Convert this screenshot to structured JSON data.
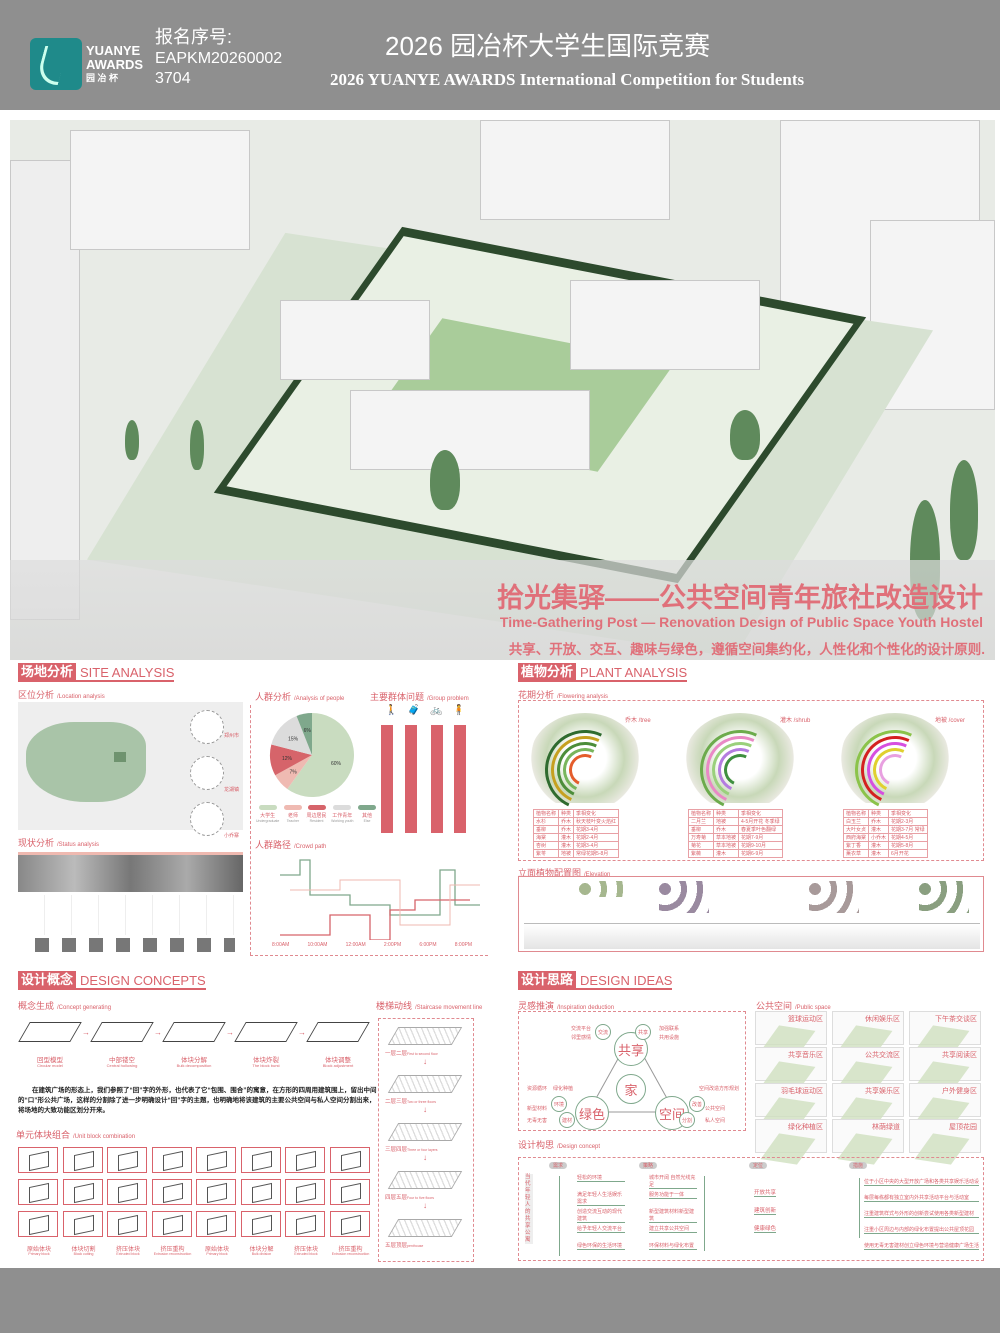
{
  "header": {
    "logo_text": [
      "YUANYE",
      "AWARDS",
      "园 冶 杯"
    ],
    "reg_label": "报名序号:",
    "reg_number": "EAPKM20260002",
    "reg_number2": "3704",
    "title_cn": "2026 园冶杯大学生国际竞赛",
    "title_en": "2026 YUANYE AWARDS International Competition for  Students"
  },
  "hero": {
    "title_cn": "拾光集驿——公共空间青年旅社改造设计",
    "title_en": "Time-Gathering Post — Renovation Design of Public Space Youth Hostel",
    "subtitle": "共享、开放、交互、趣味与绿色，遵循空间集约化，人性化和个性化的设计原则."
  },
  "site": {
    "cn": "场地分析",
    "en": "SITE ANALYSIS",
    "location": "区位分析",
    "location_en": "/Location analysis",
    "map_labels": [
      "郑州市",
      "龙湖镇",
      "小乔寨"
    ],
    "status": "现状分析",
    "status_en": "/Status analysis",
    "people": "人群分析",
    "people_en": "/Analysis of people",
    "group": "主要群体问题",
    "group_en": "/Group problem",
    "crowd": "人群路径",
    "crowd_en": "/Crowd path",
    "times": [
      "8:00AM",
      "10:00AM",
      "12:00AM",
      "2:00PM",
      "6:00PM",
      "8:00PM"
    ]
  },
  "chart_data": {
    "type": "pie",
    "title": "人群分析",
    "slices": [
      {
        "label": "大学生",
        "label_en": "Undergraduate",
        "value": 60,
        "color": "#c9dcc0"
      },
      {
        "label": "老师",
        "label_en": "Teacher",
        "value": 7,
        "color": "#efbab2"
      },
      {
        "label": "周边居民",
        "label_en": "Resident",
        "value": 12,
        "color": "#d6646a"
      },
      {
        "label": "工作青年",
        "label_en": "Working youth",
        "value": 15,
        "color": "#dcdcdc"
      },
      {
        "label": "其他",
        "label_en": "Else",
        "value": 6,
        "color": "#7fa88c"
      }
    ]
  },
  "plant": {
    "cn": "植物分析",
    "en": "PLANT ANALYSIS",
    "flower": "花期分析",
    "flower_en": "/Flowering analysis",
    "elev": "立面植物配置图",
    "elev_en": "/Elevation",
    "groups": [
      {
        "name": "乔木 /tree",
        "rows": [
          [
            "植物名称",
            "种类",
            "季相变化"
          ],
          [
            "水杉",
            "乔木",
            "秋天枝叶变火焰红"
          ],
          [
            "垂柳",
            "乔木",
            "花期3-4月"
          ],
          [
            "海棠",
            "灌木",
            "花期2-4月"
          ],
          [
            "杏树",
            "灌木",
            "花期3-4月"
          ],
          [
            "紫苓",
            "地被",
            "常绿花期5-8月"
          ]
        ]
      },
      {
        "name": "灌木 /shrub",
        "rows": [
          [
            "植物名称",
            "种类",
            "季相变化"
          ],
          [
            "二月兰",
            "地被",
            "4-5月开花 冬季绿"
          ],
          [
            "垂柳",
            "乔木",
            "春夏季叶色翻绿"
          ],
          [
            "万寿菊",
            "草本地被",
            "花期7-9月"
          ],
          [
            "菊花",
            "草本地被",
            "花期9-10月"
          ],
          [
            "紫薇",
            "灌木",
            "花期6-9月"
          ]
        ]
      },
      {
        "name": "地被 /cover",
        "rows": [
          [
            "植物名称",
            "种类",
            "季相变化"
          ],
          [
            "白玉兰",
            "乔木",
            "花期2-3月"
          ],
          [
            "大叶女贞",
            "灌木",
            "花期3-7月 常绿"
          ],
          [
            "西府海棠",
            "小乔木",
            "花期4-5月"
          ],
          [
            "紫丁香",
            "灌木",
            "花期5-8月"
          ],
          [
            "薰衣草",
            "灌木",
            "6月开花"
          ]
        ]
      }
    ]
  },
  "concepts": {
    "cn": "设计概念",
    "en": "DESIGN CONCEPTS",
    "gen": "概念生成",
    "gen_en": "/Concept generating",
    "steps": [
      [
        "回型模型",
        "Circular model"
      ],
      [
        "中部镂空",
        "Central hollowing"
      ],
      [
        "体块分解",
        "Bulk decomposition"
      ],
      [
        "体块炸裂",
        "The block burst"
      ],
      [
        "体块调整",
        "Block adjustment"
      ]
    ],
    "paragraph": "在建筑广场的形态上，我们参照了“回”字的外形，也代表了它“包围、围合”的寓意，在方形的四周用建筑围上，留出中间的“口”形公共广场，这样的分割除了进一步明确设计“回”字的主题，也明确地将该建筑的主要公共空间与私人空间分割出来，将场地的大致功能区划分开来。",
    "unit": "单元体块组合",
    "unit_en": "/Unit block combination",
    "unit_labels": [
      [
        "原始体块",
        "Primary block"
      ],
      [
        "体块切割",
        "Block cutting"
      ],
      [
        "挤压体块",
        "Extruded block"
      ],
      [
        "挤压重构",
        "Extrusion reconstruction"
      ],
      [
        "原始体块",
        "Primary block"
      ],
      [
        "体块分解",
        "Bulk division"
      ],
      [
        "挤压体块",
        "Extruded block"
      ],
      [
        "挤压重构",
        "Extrusion reconstruction"
      ]
    ],
    "stair": "楼梯动线",
    "stair_en": "/Staircase movement line",
    "stair_steps": [
      [
        "一层二层",
        "First to second floor"
      ],
      [
        "二层三层",
        "Two or three floors"
      ],
      [
        "三层四层",
        "Three or four layers"
      ],
      [
        "四层五层",
        "Four to five floors"
      ],
      [
        "五层顶层",
        "penthouse"
      ]
    ]
  },
  "ideas": {
    "cn": "设计思路",
    "en": "DESIGN IDEAS",
    "insp": "灵感推演",
    "insp_en": "/Inspiration deduction",
    "core": {
      "top": "共享",
      "center": "家",
      "left": "绿色",
      "right": "空间"
    },
    "nodes": [
      "交流",
      "共享",
      "环境",
      "建材",
      "改善",
      "分割"
    ],
    "node_labels": [
      "交流平台",
      "邻里感情",
      "加强联系",
      "共用设施",
      "资源循环",
      "绿化种植",
      "新型材料",
      "无毒无害",
      "空间改造",
      "方形规划",
      "公共空间",
      "私人空间"
    ],
    "public": "公共空间",
    "public_en": "/Public space",
    "spaces": [
      "篮球运动区",
      "休闲娱乐区",
      "下午茶交谈区",
      "共享音乐区",
      "公共交流区",
      "共享阅读区",
      "羽毛球运动区",
      "共享娱乐区",
      "户外健身区",
      "绿化种植区",
      "林荫绿道",
      "屋顶花园"
    ],
    "concept": "设计构思",
    "concept_en": "/Design concept",
    "heads": [
      "需求",
      "策略",
      "定位",
      "措施"
    ],
    "root": "当代年轻人的共享公寓",
    "needs": [
      "轻松的环境",
      "满足年轻人生活娱乐需求",
      "创造交流互动的现代建筑",
      "给予年轻人交流平台",
      "绿色环保的生活环境"
    ],
    "strategies": [
      "城市开阔 自然光线充足",
      "服务功能于一体",
      "新型建筑材料新型建筑",
      "建立共享公共空间",
      "环保材料与绿化布置"
    ],
    "positions": [
      "开放共享",
      "建筑创新",
      "健康绿色"
    ],
    "measures": [
      "位于小区中央的大型开放广场和各类共享娱乐活动设置",
      "每层每栋都有独立室内外共享活动平台与活动室",
      "注重建筑样式与外形的创新尝试使用各类新型建材",
      "注重小区周边与内部的绿化布置提出公共屋顶花园",
      "使用无毒无害建材创立绿色环境与营造健康广场生活的空间"
    ]
  }
}
